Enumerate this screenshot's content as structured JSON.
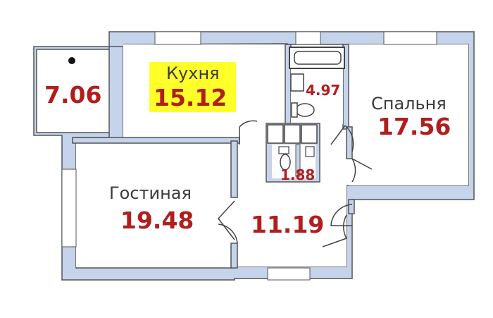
{
  "rooms": {
    "balcony": {
      "area": "7.06"
    },
    "kitchen": {
      "name": "Кухня",
      "area": "15.12",
      "highlight_color": "#FFFF2A"
    },
    "bathroom": {
      "area": "4.97"
    },
    "wc": {
      "area": "1.88"
    },
    "bedroom": {
      "name": "Спальня",
      "area": "17.56"
    },
    "living": {
      "name": "Гостиная",
      "area": "19.48"
    },
    "hall": {
      "area": "11.19"
    }
  },
  "colors": {
    "wall_fill": "#C5D4EA",
    "wall_line": "#555555",
    "area_text": "#B01E1E",
    "name_text": "#3B3B3B"
  }
}
